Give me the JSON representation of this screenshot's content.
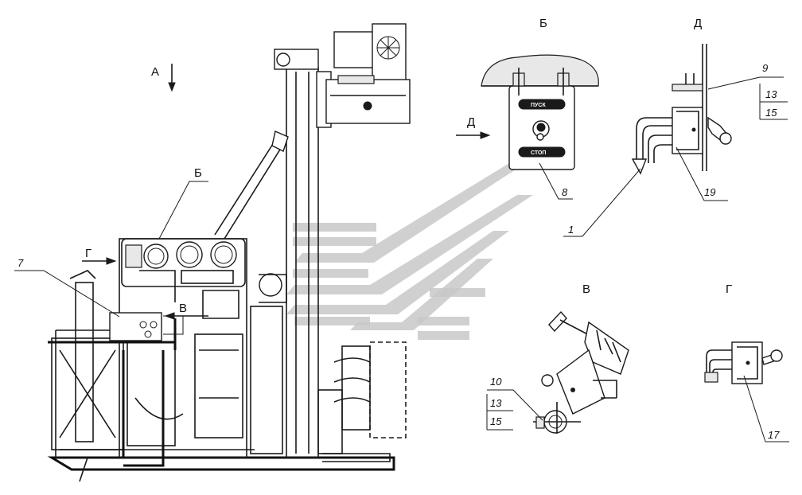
{
  "view_labels": {
    "A": "А",
    "B_top": "Б",
    "D_top": "Д",
    "B_left": "Б",
    "G_left": "Г",
    "V_left": "В",
    "D_arrow": "Д",
    "V_view": "В",
    "G_view": "Г"
  },
  "panel_labels": {
    "start": "ПУСК",
    "stop": "СТОП"
  },
  "callouts": {
    "c7": "7",
    "c8": "8",
    "c1": "1",
    "c19": "19",
    "c9": "9",
    "c13a": "13",
    "c15a": "15",
    "c10": "10",
    "c13b": "13",
    "c15b": "15",
    "c17": "17"
  },
  "watermark": {
    "color": "#c8c8c8",
    "icon": "logo-watermark"
  }
}
